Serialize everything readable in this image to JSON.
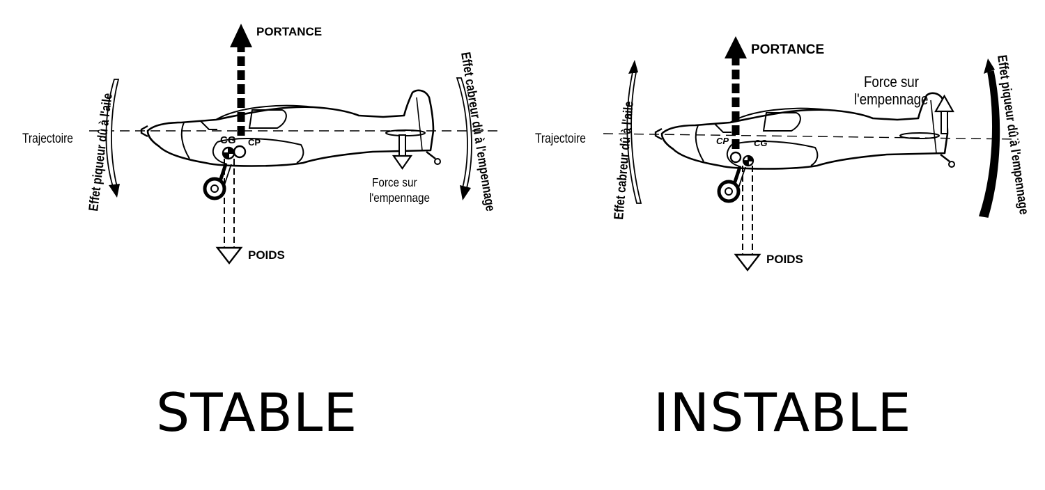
{
  "diagrams": [
    {
      "id": "stable",
      "caption": "STABLE",
      "labels": {
        "lift": "PORTANCE",
        "weight": "POIDS",
        "trajectory": "Trajectoire",
        "cg": "CG",
        "cp": "CP",
        "tail_force_line1": "Force sur",
        "tail_force_line2": "l'empennage",
        "wing_effect": "Effet piqueur dû à l'aile",
        "tail_effect": "Effet cabreur dû à l'empennage"
      }
    },
    {
      "id": "instable",
      "caption": "INSTABLE",
      "labels": {
        "lift": "PORTANCE",
        "weight": "POIDS",
        "trajectory": "Trajectoire",
        "cg": "CG",
        "cp": "CP",
        "tail_force_line1": "Force sur",
        "tail_force_line2": "l'empennage",
        "wing_effect": "Effet cabreur dû à l'aile",
        "tail_effect": "Effet piqueur dû à l'empennage"
      }
    }
  ]
}
